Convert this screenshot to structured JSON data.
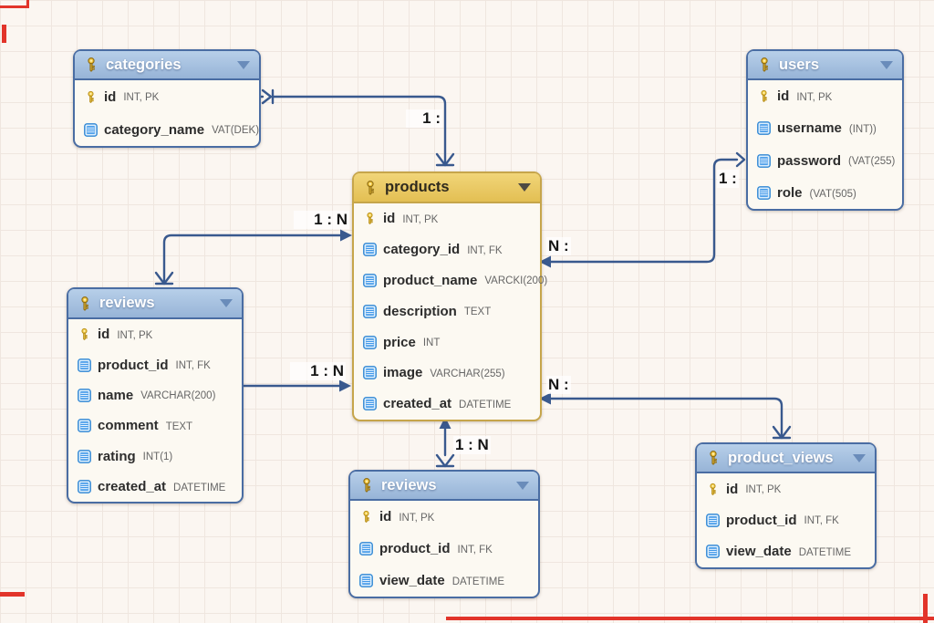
{
  "diagram": {
    "type": "er-diagram",
    "tables": [
      {
        "id": "categories",
        "title": "categories",
        "header_color": "blue",
        "fields": [
          {
            "icon": "key",
            "name": "id",
            "type": "INT, PK"
          },
          {
            "icon": "column",
            "name": "category_name",
            "type": "VAT(DEK)"
          }
        ]
      },
      {
        "id": "users",
        "title": "users",
        "header_color": "blue",
        "fields": [
          {
            "icon": "key",
            "name": "id",
            "type": "INT, PK"
          },
          {
            "icon": "column",
            "name": "username",
            "type": "(INT))"
          },
          {
            "icon": "column",
            "name": "password",
            "type": "(VAT(255)"
          },
          {
            "icon": "column",
            "name": "role",
            "type": "(VAT(505)"
          }
        ]
      },
      {
        "id": "products",
        "title": "products",
        "header_color": "yellow",
        "fields": [
          {
            "icon": "key",
            "name": "id",
            "type": "INT, PK"
          },
          {
            "icon": "column",
            "name": "category_id",
            "type": "INT, FK"
          },
          {
            "icon": "column",
            "name": "product_name",
            "type": "VARCKI(200)"
          },
          {
            "icon": "column",
            "name": "description",
            "type": "TEXT"
          },
          {
            "icon": "column",
            "name": "price",
            "type": "INT"
          },
          {
            "icon": "column",
            "name": "image",
            "type": "VARCHAR(255)"
          },
          {
            "icon": "column",
            "name": "created_at",
            "type": "DATETIME"
          }
        ]
      },
      {
        "id": "reviews_left",
        "title": "reviews",
        "header_color": "blue",
        "fields": [
          {
            "icon": "key",
            "name": "id",
            "type": "INT, PK"
          },
          {
            "icon": "column",
            "name": "product_id",
            "type": "INT, FK"
          },
          {
            "icon": "column",
            "name": "name",
            "type": "VARCHAR(200)"
          },
          {
            "icon": "column",
            "name": "comment",
            "type": "TEXT"
          },
          {
            "icon": "column",
            "name": "rating",
            "type": "INT(1)"
          },
          {
            "icon": "column",
            "name": "created_at",
            "type": "DATETIME"
          }
        ]
      },
      {
        "id": "reviews_bottom",
        "title": "reviews",
        "header_color": "blue",
        "fields": [
          {
            "icon": "key",
            "name": "id",
            "type": "INT, PK"
          },
          {
            "icon": "column",
            "name": "product_id",
            "type": "INT, FK"
          },
          {
            "icon": "column",
            "name": "view_date",
            "type": "DATETIME"
          }
        ]
      },
      {
        "id": "product_views",
        "title": "product_views",
        "header_color": "blue",
        "fields": [
          {
            "icon": "key",
            "name": "id",
            "type": "INT, PK"
          },
          {
            "icon": "column",
            "name": "product_id",
            "type": "INT, FK"
          },
          {
            "icon": "column",
            "name": "view_date",
            "type": "DATETIME"
          }
        ]
      }
    ],
    "connectors": [
      {
        "from": "categories",
        "to": "products",
        "label": "1 :"
      },
      {
        "from": "products",
        "to": "reviews_left",
        "label": "1 : N"
      },
      {
        "from": "reviews_left",
        "to": "products",
        "label": "1 : N"
      },
      {
        "from": "products",
        "to": "users",
        "label": "N :",
        "label_far": "1 :"
      },
      {
        "from": "products",
        "to": "product_views",
        "label": "N :"
      },
      {
        "from": "products",
        "to": "reviews_bottom",
        "label": "1 : N"
      }
    ],
    "colors": {
      "canvas": "#fbf6f1",
      "grid": "#efe6df",
      "line": "#39598e",
      "header_blue": "#a9c3e2",
      "header_yellow": "#eccb65",
      "border_blue": "#4a6da3",
      "border_yellow": "#c6a54b",
      "body": "#fcf9f2",
      "mark_red": "#e2342a"
    }
  }
}
